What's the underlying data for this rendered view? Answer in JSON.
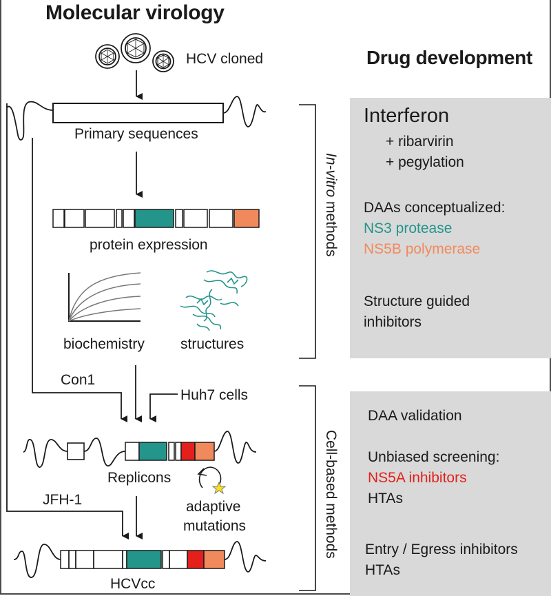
{
  "left_title": "Molecular virology",
  "right_title": "Drug development",
  "virus_label": "HCV cloned",
  "primary_label": "Primary sequences",
  "protein_label": "protein expression",
  "biochem_label": "biochemistry",
  "structures_label": "structures",
  "con1_label": "Con1",
  "huh7_label": "Huh7 cells",
  "replicons_label": "Replicons",
  "adaptive_label": "adaptive",
  "mutations_label": "mutations",
  "jfh1_label": "JFH-1",
  "hcvcc_label": "HCVcc",
  "bracket1": {
    "italic": "In-vitro",
    "rest": " methods"
  },
  "bracket2": "Cell-based methods",
  "panel1": {
    "interferon": "Interferon",
    "ribarvirin": "+ ribarvirin",
    "pegylation": "+ pegylation",
    "daas": "DAAs conceptualized:",
    "ns3": "NS3 protease",
    "ns5b": "NS5B polymerase",
    "structure1": "Structure guided",
    "structure2": "inhibitors"
  },
  "panel2": {
    "validation": "DAA validation",
    "unbiased": "Unbiased screening:",
    "ns5a": "NS5A inhibitors",
    "htas1": "HTAs",
    "entry": "Entry / Egress inhibitors",
    "htas2": "HTAs"
  },
  "colors": {
    "teal": "#24958a",
    "orange": "#f08a5d",
    "red": "#e3201b",
    "panel": "#d9d9d9"
  }
}
